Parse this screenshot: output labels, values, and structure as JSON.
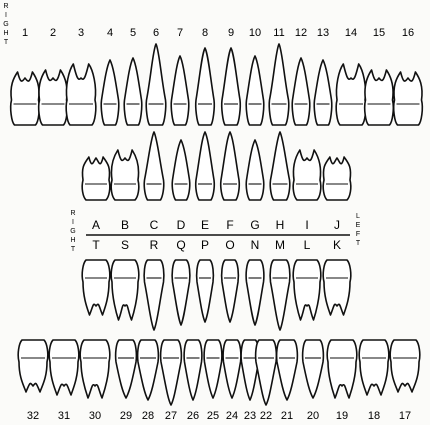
{
  "chart": {
    "side_right": "RIGHT",
    "side_left": "LEFT",
    "permanent_upper": [
      "1",
      "2",
      "3",
      "4",
      "5",
      "6",
      "7",
      "8",
      "9",
      "10",
      "11",
      "12",
      "13",
      "14",
      "15",
      "16"
    ],
    "primary_upper": [
      "A",
      "B",
      "C",
      "D",
      "E",
      "F",
      "G",
      "H",
      "I",
      "J"
    ],
    "primary_lower": [
      "T",
      "S",
      "R",
      "Q",
      "P",
      "O",
      "N",
      "M",
      "L",
      "K"
    ],
    "permanent_lower": [
      "32",
      "31",
      "30",
      "29",
      "28",
      "27",
      "26",
      "25",
      "24",
      "23",
      "22",
      "21",
      "20",
      "19",
      "18",
      "17"
    ]
  },
  "colors": {
    "ink": "#111111",
    "tooth_fill": "#ffffff",
    "background": "#fbfbf9"
  }
}
